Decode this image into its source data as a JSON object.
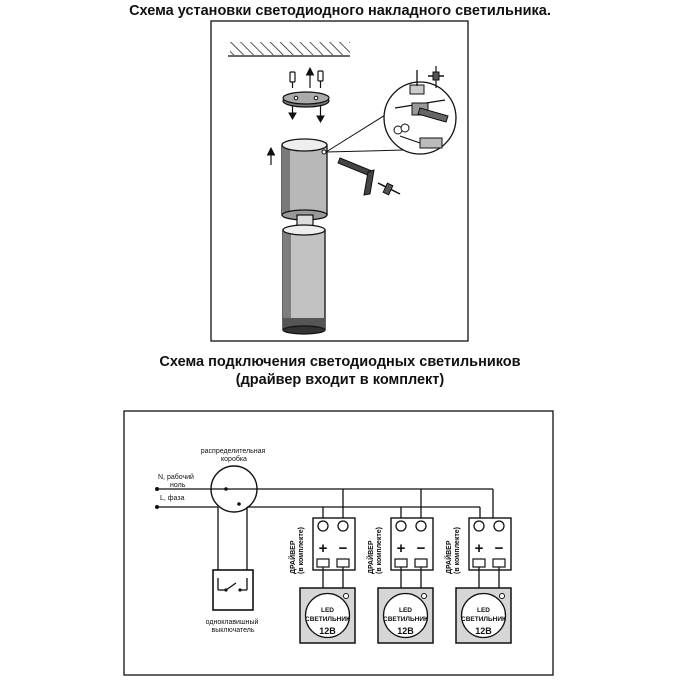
{
  "install": {
    "title": "Схема установки светодиодного накладного светильника."
  },
  "wiring": {
    "title_line1": "Схема подключения светодиодных светильников",
    "title_line2": "(драйвер входит в комплект)",
    "junction_box": "распределительная коробка",
    "neutral_label": "N, рабочий ноль",
    "phase_label": "L, фаза",
    "switch_label": "одноклавишный выключатель",
    "drivers": [
      {
        "label": "ДРАЙВЕР (в комплекте)",
        "plus": "+",
        "minus": "−"
      },
      {
        "label": "ДРАЙВЕР (в комплекте)",
        "plus": "+",
        "minus": "−"
      },
      {
        "label": "ДРАЙВЕР (в комплекте)",
        "plus": "+",
        "minus": "−"
      }
    ],
    "fixtures": [
      {
        "line1": "LED",
        "line2": "СВЕТИЛЬНИК",
        "voltage": "12В"
      },
      {
        "line1": "LED",
        "line2": "СВЕТИЛЬНИК",
        "voltage": "12В"
      },
      {
        "line1": "LED",
        "line2": "СВЕТИЛЬНИК",
        "voltage": "12В"
      }
    ]
  }
}
